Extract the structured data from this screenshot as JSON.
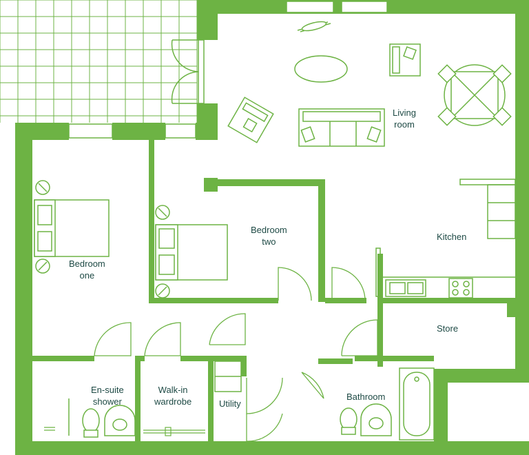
{
  "colors": {
    "wall": "#6db344",
    "line": "#6db344",
    "text": "#1e4a45",
    "background": "#ffffff"
  },
  "rooms": {
    "living": {
      "line1": "Living",
      "line2": "room"
    },
    "kitchen": {
      "label": "Kitchen"
    },
    "bedroom_two": {
      "line1": "Bedroom",
      "line2": "two"
    },
    "bedroom_one": {
      "line1": "Bedroom",
      "line2": "one"
    },
    "store": {
      "label": "Store"
    },
    "ensuite": {
      "line1": "En-suite",
      "line2": "shower"
    },
    "wardrobe": {
      "line1": "Walk-in",
      "line2": "wardrobe"
    },
    "utility": {
      "label": "Utility"
    },
    "bathroom": {
      "label": "Bathroom"
    }
  },
  "icons": [
    "terrace-paving",
    "sofa-icon",
    "armchair-icon",
    "coffee-table-icon",
    "dining-table-icon",
    "double-bed-icon",
    "bedside-lamp-icon",
    "sink-icon",
    "hob-icon",
    "bath-icon",
    "toilet-icon",
    "basin-icon",
    "door-swing-icon"
  ]
}
